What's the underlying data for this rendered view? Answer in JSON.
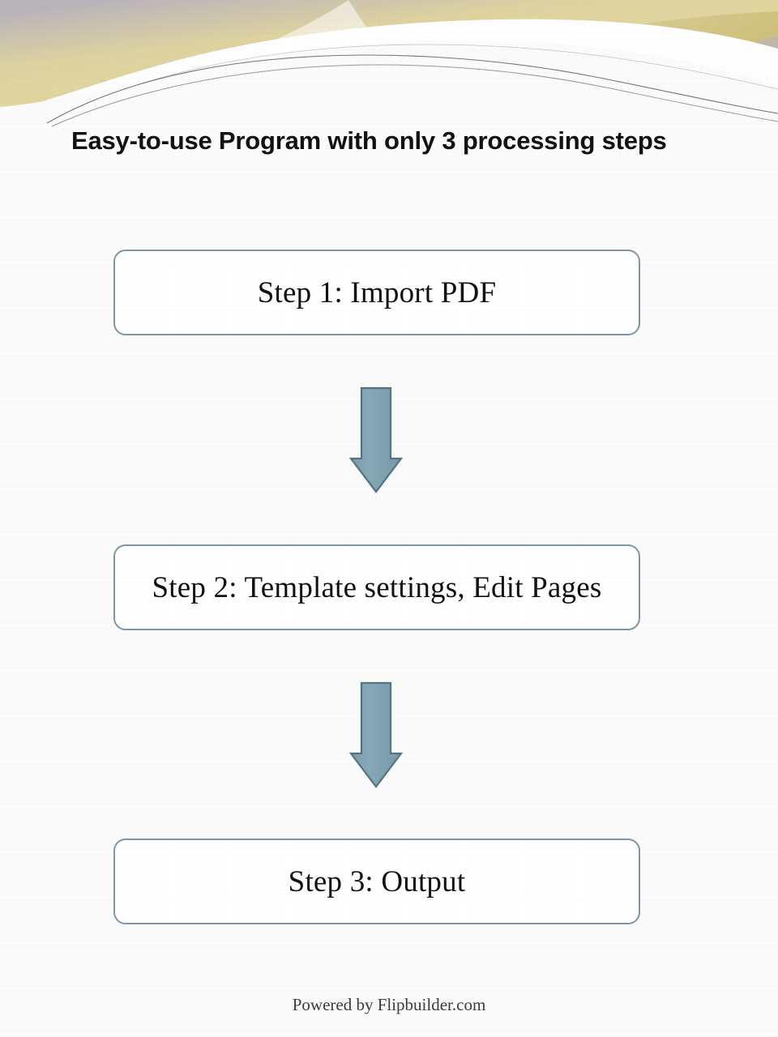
{
  "page": {
    "title": "Easy-to-use Program with only 3 processing steps",
    "background_color": "#fbfbfb"
  },
  "header": {
    "decoration_name": "wave-ribbon-banner",
    "colors": {
      "khaki": "#d8cfa4",
      "gold": "#e2d59a",
      "gold_dark": "#c9b96f",
      "gray_lavender": "#b5b0b8",
      "gray_warm": "#c4bfbd",
      "line_stroke": "#5a5f69",
      "white": "#ffffff"
    }
  },
  "flow": {
    "steps": [
      {
        "label": "Step 1: Import PDF"
      },
      {
        "label": "Step 2: Template settings, Edit Pages"
      },
      {
        "label": "Step 3: Output"
      }
    ],
    "arrows": [
      {
        "name": "down-arrow-icon",
        "direction": "down"
      },
      {
        "name": "down-arrow-icon",
        "direction": "down"
      }
    ],
    "box_border_color": "#7f96a3",
    "box_fill_color": "#ffffff",
    "arrow_fill_color": "#7fa0b0",
    "arrow_stroke_color": "#4e707d"
  },
  "footer": {
    "credit": "Powered by Flipbuilder.com"
  }
}
